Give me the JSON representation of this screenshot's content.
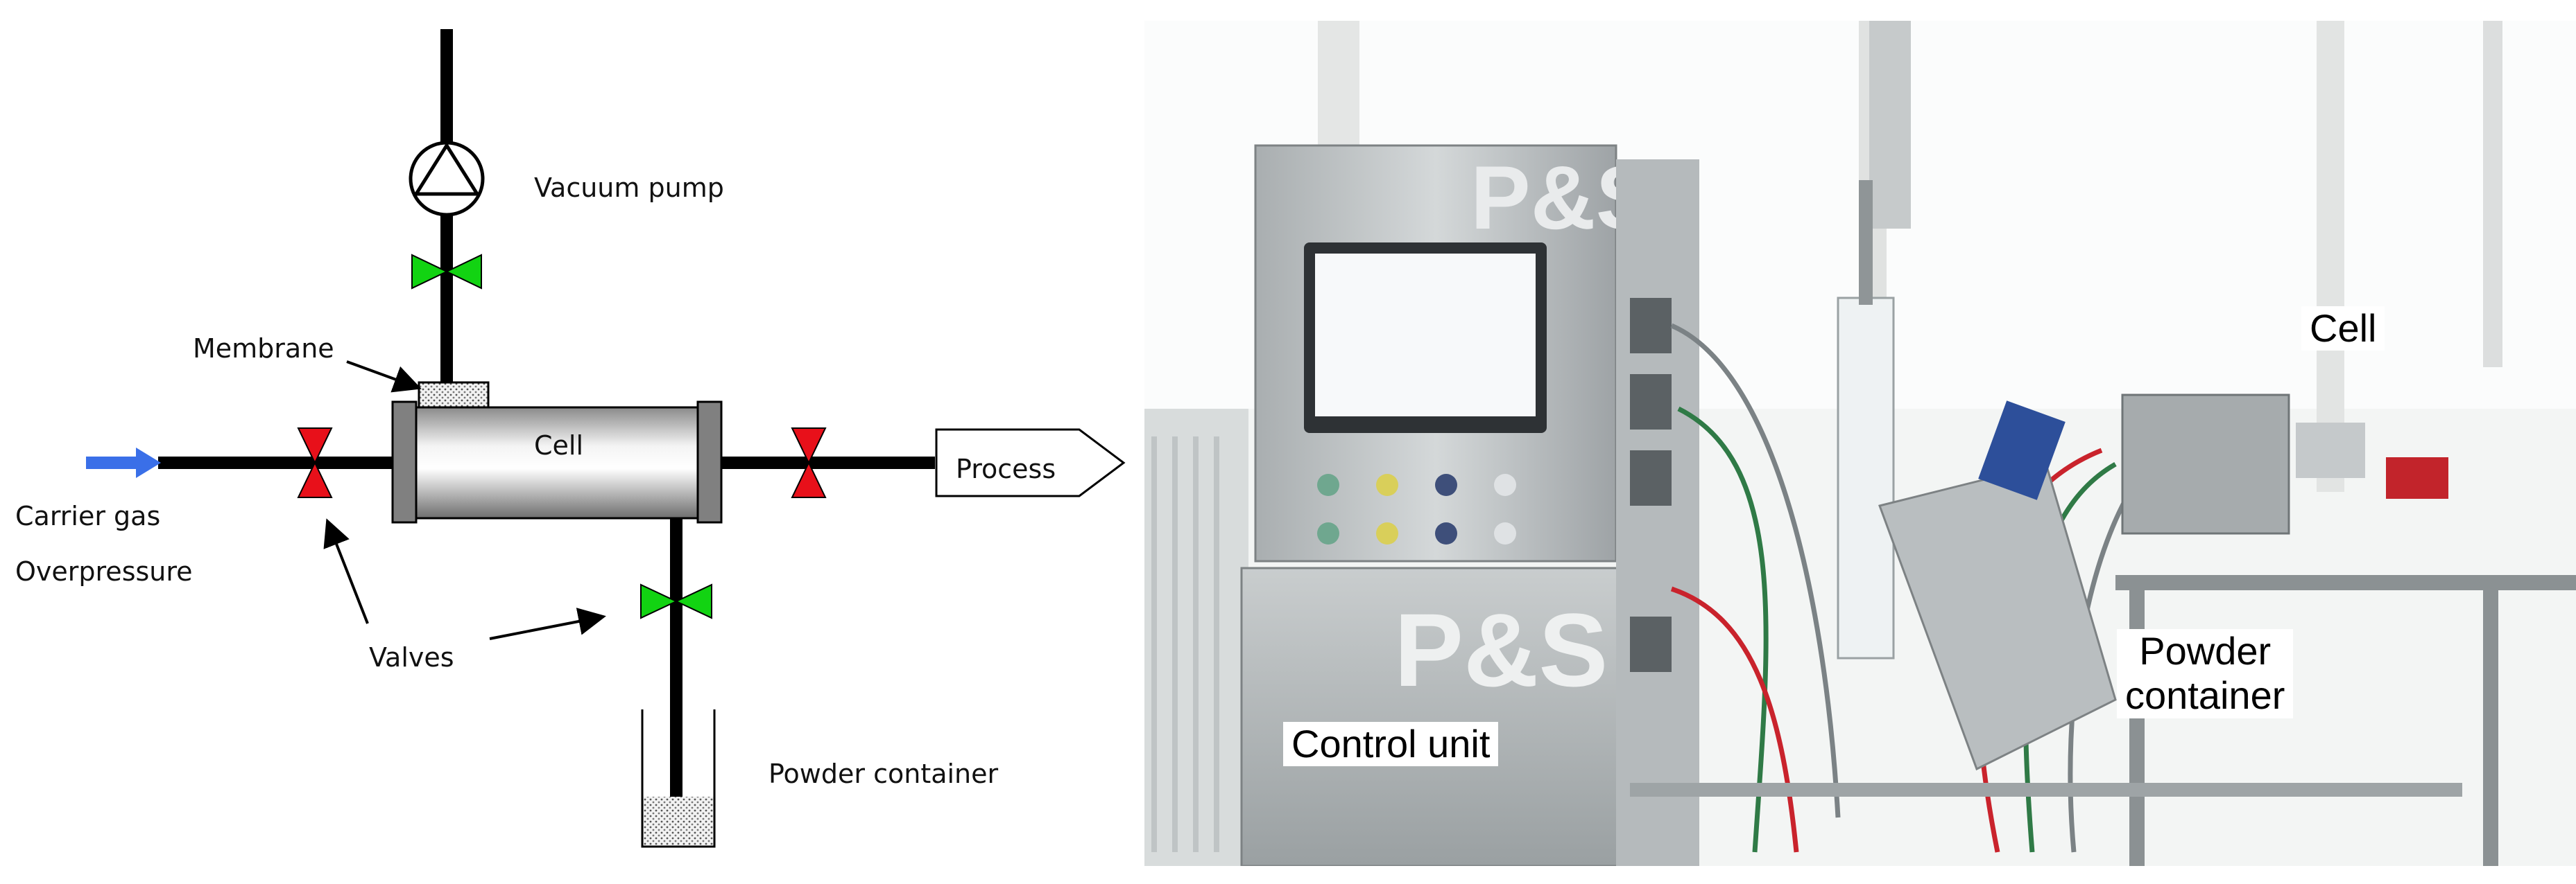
{
  "diagram": {
    "labels": {
      "vacuum_pump": "Vacuum pump",
      "membrane": "Membrane",
      "cell": "Cell",
      "process": "Process",
      "carrier_gas": "Carrier gas",
      "overpressure": "Overpressure",
      "valves": "Valves",
      "powder_container": "Powder container"
    },
    "colors": {
      "pipe": "#000000",
      "valve_closed": "#e8101a",
      "valve_open": "#12d312",
      "carrier_arrow": "#3a6fe8"
    }
  },
  "photo": {
    "labels": {
      "cell": "Cell",
      "powder_container_line1": "Powder",
      "powder_container_line2": "container",
      "control_unit": "Control unit"
    },
    "cabinet_text": {
      "top": "P&S",
      "bottom": "P&S"
    }
  }
}
